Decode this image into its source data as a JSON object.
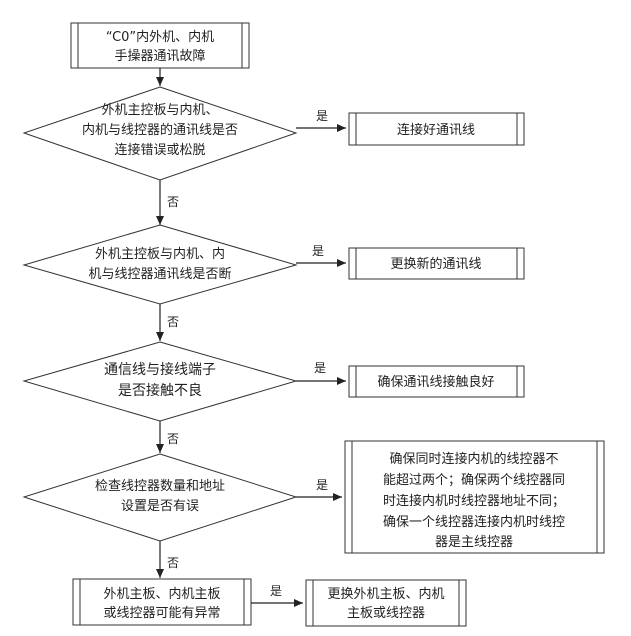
{
  "flowchart": {
    "start": [
      "“C0”内外机、内机",
      "手操器通讯故障"
    ],
    "decision_1": [
      "外机主控板与内机、",
      "内机与线控器的通讯线是否",
      "连接错误或松脱"
    ],
    "action_1": [
      "连接好通讯线"
    ],
    "decision_2": [
      "外机主控板与内机、内",
      "机与线控器通讯线是否断"
    ],
    "action_2": [
      "更换新的通讯线"
    ],
    "decision_3": [
      "通信线与接线端子",
      "是否接触不良"
    ],
    "action_3": [
      "确保通讯线接触良好"
    ],
    "decision_4": [
      "检查线控器数量和地址",
      "设置是否有误"
    ],
    "action_4": [
      "确保同时连接内机的线控器不",
      "能超过两个；确保两个线控器同",
      "时连接内机时线控器地址不同；",
      "确保一个线控器连接内机时线控",
      "器是主线控器"
    ],
    "process_5": [
      "外机主板、内机主板",
      "或线控器可能有异常"
    ],
    "action_5": [
      "更换外机主板、内机",
      "主板或线控器"
    ],
    "yes_label": "是",
    "no_label": "否"
  }
}
